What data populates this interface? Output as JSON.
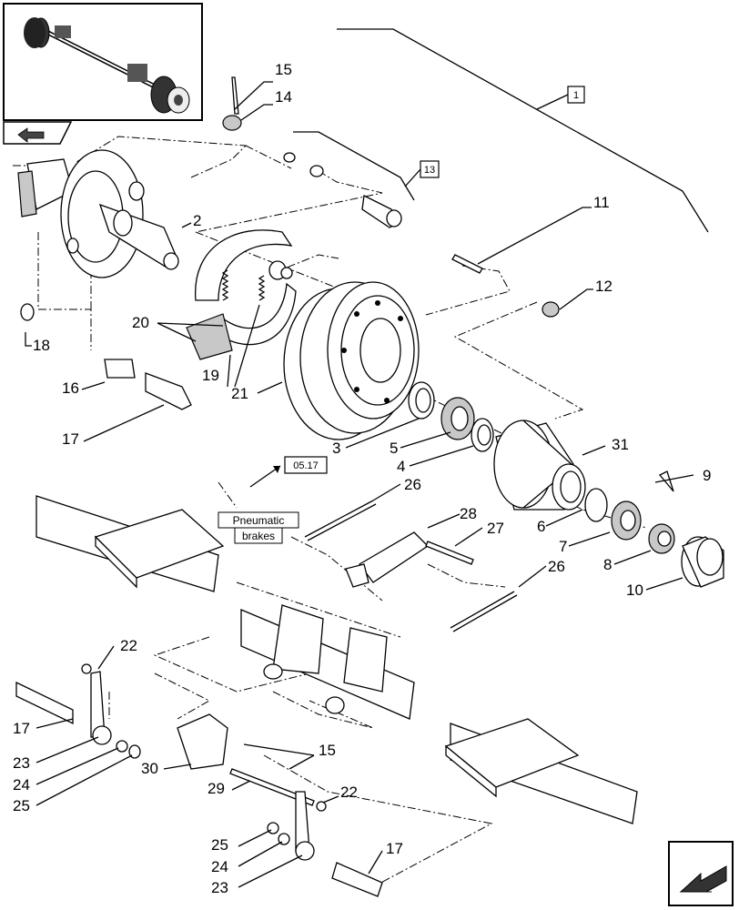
{
  "diagram": {
    "callouts": {
      "c1": "1",
      "c2": "2",
      "c3": "3",
      "c4": "4",
      "c5": "5",
      "c6": "6",
      "c7": "7",
      "c8": "8",
      "c9": "9",
      "c10": "10",
      "c11": "11",
      "c12": "12",
      "c13": "13",
      "c14": "14",
      "c15a": "15",
      "c15b": "15",
      "c16": "16",
      "c17a": "17",
      "c17b": "17",
      "c17c": "17",
      "c18": "18",
      "c19": "19",
      "c20": "20",
      "c21": "21",
      "c22a": "22",
      "c22b": "22",
      "c23a": "23",
      "c23b": "23",
      "c24a": "24",
      "c24b": "24",
      "c25a": "25",
      "c25b": "25",
      "c26a": "26",
      "c26b": "26",
      "c27": "27",
      "c28": "28",
      "c29": "29",
      "c30": "30",
      "c31": "31"
    },
    "reference": "05.17",
    "note_line1": "Pneumatic",
    "note_line2": "brakes"
  },
  "colors": {
    "ink": "#000000",
    "paper": "#ffffff",
    "shade": "#c8c8c8"
  },
  "icons": [
    "thumbnail-axle-icon",
    "navigation-arrow-icon",
    "corner-arrow-icon"
  ]
}
